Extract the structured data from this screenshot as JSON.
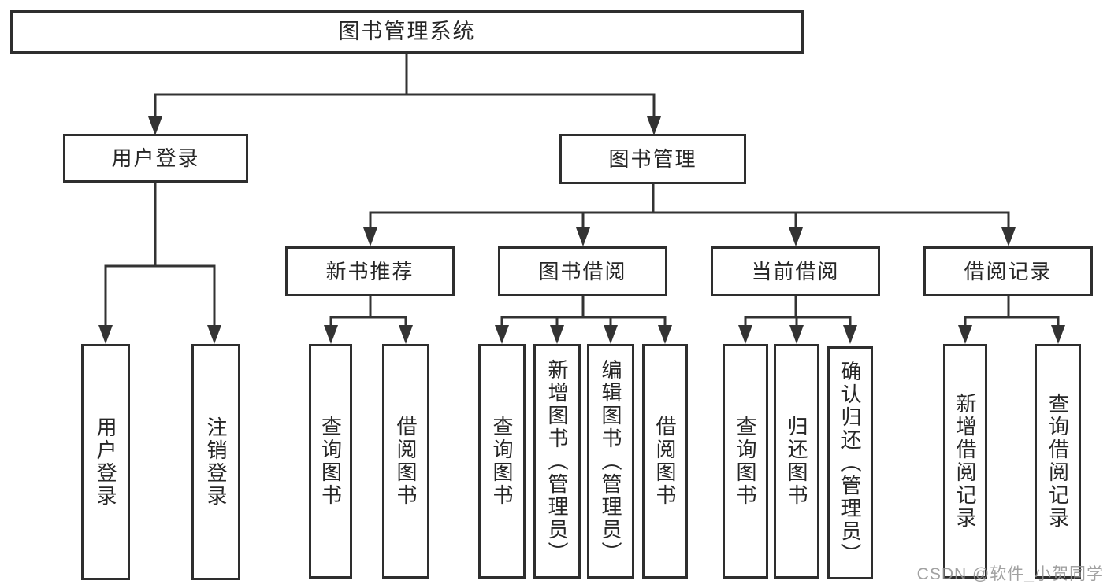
{
  "colors": {
    "line": "#333333",
    "box_border": "#2e2e2e",
    "text": "#262626",
    "watermark": "#949494",
    "background": "#ffffff"
  },
  "tree": {
    "root": "图书管理系统",
    "branches": [
      {
        "label": "用户登录",
        "leaves": [
          "用户登录",
          "注销登录"
        ]
      },
      {
        "label": "图书管理",
        "groups": [
          {
            "label": "新书推荐",
            "leaves": [
              "查询图书",
              "借阅图书"
            ]
          },
          {
            "label": "图书借阅",
            "leaves": [
              "查询图书",
              "新增图书（管理员）",
              "编辑图书（管理员）",
              "借阅图书"
            ]
          },
          {
            "label": "当前借阅",
            "leaves": [
              "查询图书",
              "归还图书",
              "确认归还（管理员）"
            ]
          },
          {
            "label": "借阅记录",
            "leaves": [
              "新增借阅记录",
              "查询借阅记录"
            ]
          }
        ]
      }
    ]
  },
  "watermark": "CSDN @软件_小贺同学"
}
